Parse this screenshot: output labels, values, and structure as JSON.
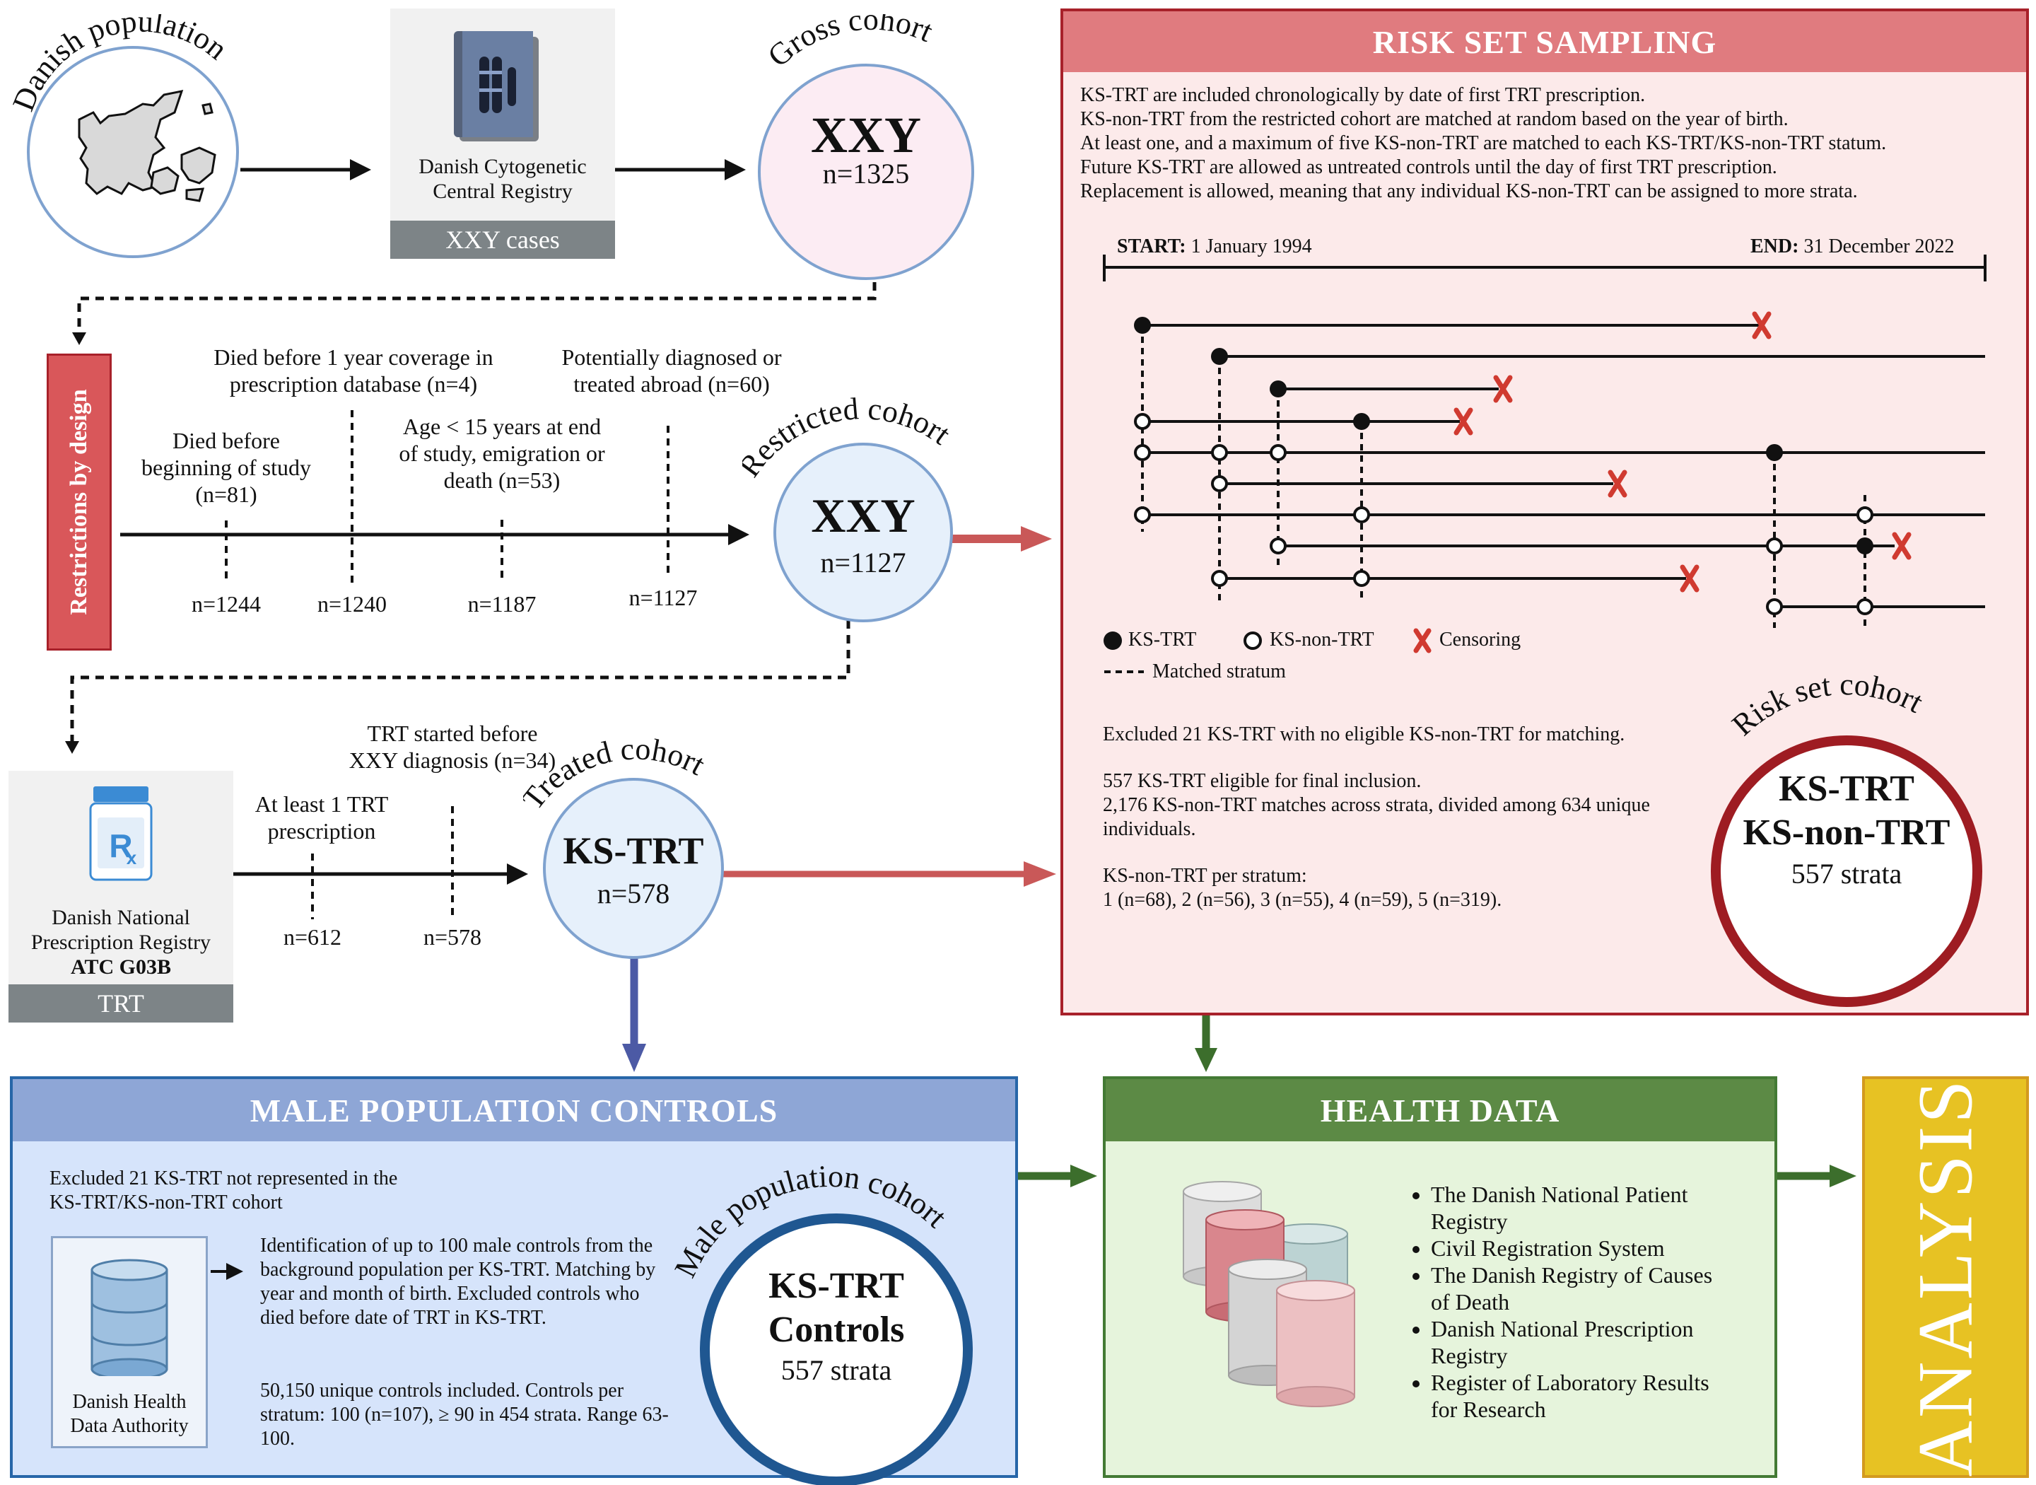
{
  "colors": {
    "risk_fill": "#fceaea",
    "risk_border": "#a8212a",
    "risk_header": "#e07b7f",
    "male_fill": "#d6e4fb",
    "male_border": "#2766a8",
    "male_header": "#8ea6d6",
    "health_fill": "#e6f4dc",
    "health_border": "#437a34",
    "health_header": "#5c8a45",
    "analysis_fill": "#e7c223",
    "analysis_border": "#d39a1f",
    "red_arrow": "#c95858",
    "blue_arrow": "#4c5aa5",
    "green_arrow": "#3c6e2c"
  },
  "danish_population": {
    "label": "Danish population",
    "icon": "denmark-map-icon"
  },
  "cytogenetic": {
    "label": "Danish Cytogenetic Central Registry",
    "bar": "XXY cases",
    "icon": "chromosome-book-icon"
  },
  "gross": {
    "label": "Gross cohort",
    "main": "XXY",
    "n": "n=1325"
  },
  "restrictions": {
    "vertical_label": "Restrictions by design",
    "steps": [
      {
        "text": "Died before beginning of study (n=81)",
        "count": "n=1244"
      },
      {
        "text": "Died before 1 year coverage in prescription database (n=4)",
        "count": "n=1240"
      },
      {
        "text": "Age < 15 years at end of study, emigration or death (n=53)",
        "count": "n=1187"
      },
      {
        "text": "Potentially diagnosed or treated abroad (n=60)",
        "count": "n=1127"
      }
    ]
  },
  "restricted": {
    "label": "Restricted cohort",
    "main": "XXY",
    "n": "n=1127"
  },
  "prescription": {
    "label1": "Danish National Prescription Registry",
    "label2": "ATC G03B",
    "bar": "TRT",
    "icon": "prescription-bottle-icon"
  },
  "treatment_steps": [
    {
      "text": "At least 1 TRT prescription",
      "count": "n=612"
    },
    {
      "text": "TRT started before XXY diagnosis (n=34)",
      "count": "n=578"
    }
  ],
  "treated": {
    "label": "Treated cohort",
    "main": "KS-TRT",
    "n": "n=578"
  },
  "risk": {
    "header": "RISK SET SAMPLING",
    "desc": [
      "KS-TRT are included chronologically by date of first TRT prescription.",
      "KS-non-TRT from the restricted cohort are matched at random based on the year of birth.",
      "At least one, and a maximum of five KS-non-TRT are matched to each KS-TRT/KS-non-TRT statum.",
      "Future KS-TRT are allowed as untreated controls until the day of first TRT prescription.",
      "Replacement is allowed, meaning that any individual KS-non-TRT can be assigned to more strata."
    ],
    "start_bold": "START:",
    "start_date": "1 January 1994",
    "end_bold": "END:",
    "end_date": "31 December 2022",
    "legend": {
      "ks_trt": "KS-TRT",
      "ks_non_trt": "KS-non-TRT",
      "censoring": "Censoring",
      "matched": "Matched stratum"
    },
    "excluded": "Excluded 21 KS-TRT with no eligible KS-non-TRT for matching.",
    "eligible1": "557 KS-TRT eligible for final inclusion.",
    "eligible2": "2,176 KS-non-TRT matches across strata, divided among 634 unique individuals.",
    "per_stratum_title": "KS-non-TRT per stratum:",
    "per_stratum": "1 (n=68), 2 (n=56), 3 (n=55), 4 (n=59), 5 (n=319).",
    "cohort": {
      "label": "Risk set cohort",
      "line1": "KS-TRT",
      "line2": "KS-non-TRT",
      "line3": "557 strata"
    }
  },
  "male": {
    "header": "MALE POPULATION CONTROLS",
    "excluded": "Excluded 21 KS-TRT not represented in the KS-TRT/KS-non-TRT cohort",
    "authority": "Danish Health Data Authority",
    "identification": "Identification of up to 100 male controls from the background population per KS-TRT. Matching by year and month of birth. Excluded controls who died before date of TRT in KS-TRT.",
    "summary": "50,150 unique controls included. Controls per stratum: 100 (n=107), ≥ 90 in 454 strata. Range 63-100.",
    "cohort": {
      "label": "Male population cohort",
      "line1": "KS-TRT",
      "line2": "Controls",
      "line3": "557 strata"
    }
  },
  "health": {
    "header": "HEALTH DATA",
    "items": [
      "The Danish National Patient Registry",
      "Civil Registration System",
      "The Danish Registry of Causes of Death",
      "Danish National Prescription Registry",
      "Register of Laboratory Results for Research"
    ]
  },
  "analysis": {
    "label": "ANALYSIS"
  }
}
